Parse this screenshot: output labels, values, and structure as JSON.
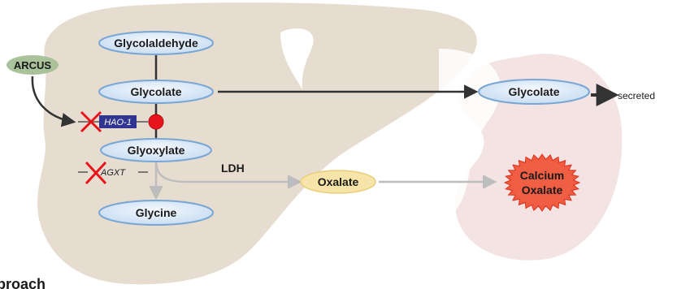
{
  "diagram": {
    "nodes": {
      "glycolaldehyde": "Glycolaldehyde",
      "glycolate_liver": "Glycolate",
      "glyoxylate": "Glyoxylate",
      "glycine": "Glycine",
      "oxalate": "Oxalate",
      "glycolate_kidney": "Glycolate",
      "calcium_oxalate_line1": "Calcium",
      "calcium_oxalate_line2": "Oxalate",
      "arcus": "ARCUS"
    },
    "enzymes": {
      "hao1": "HAO-1",
      "agxt": "AGXT",
      "ldh": "LDH"
    },
    "labels": {
      "secreted": "secreted",
      "partial_caption": "proach"
    },
    "colors": {
      "liver": "#e6ddd0",
      "kidney": "#f3e3e3",
      "node_fill": "#dbe8f7",
      "node_stroke": "#7aa6d3",
      "oxalate_fill": "#f6e4a8",
      "calcium_fill": "#ef5a40",
      "arcus_fill": "#a9c29a",
      "hao1_fill": "#2f3590",
      "inhibit_red": "#e8141b",
      "arrow_dark": "#333333",
      "arrow_gray": "#bdbdbd"
    }
  }
}
